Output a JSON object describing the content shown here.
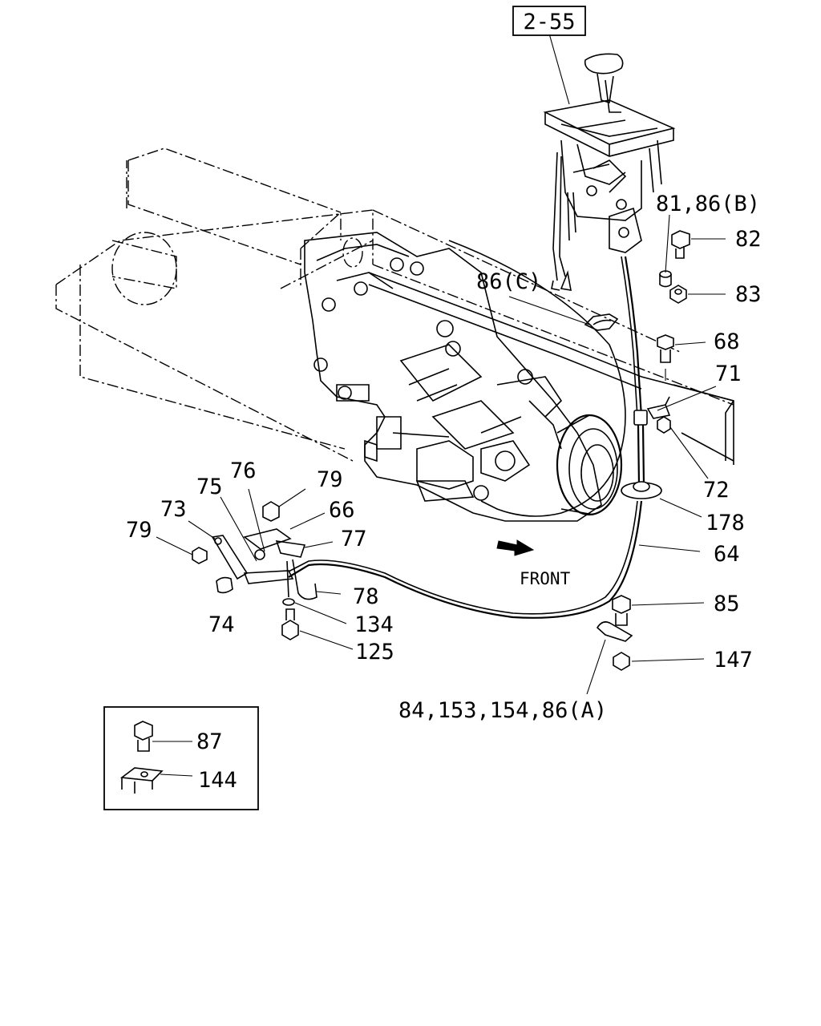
{
  "labels": {
    "ref_box": "2-55",
    "l81_86b": "81,86(B)",
    "l82": "82",
    "l83": "83",
    "l86c": "86(C)",
    "l68": "68",
    "l71": "71",
    "l72": "72",
    "l178": "178",
    "l64": "64",
    "l85": "85",
    "l147": "147",
    "l84_group": "84,153,154,86(A)",
    "l76": "76",
    "l79a": "79",
    "l75": "75",
    "l73": "73",
    "l66": "66",
    "l79b": "79",
    "l77": "77",
    "l78": "78",
    "l74": "74",
    "l134": "134",
    "l125": "125",
    "front": "FRONT",
    "l87": "87",
    "l144": "144"
  }
}
